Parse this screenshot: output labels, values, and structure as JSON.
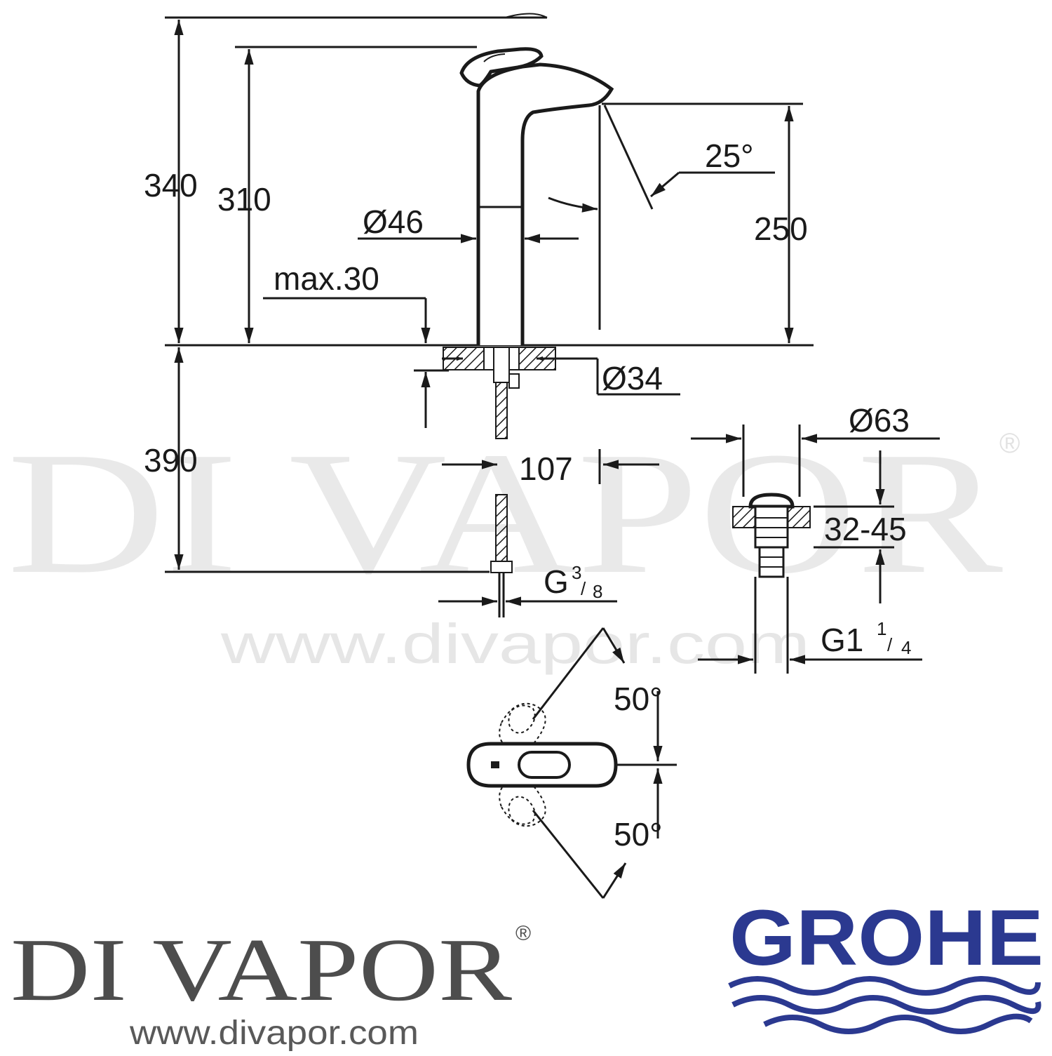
{
  "watermark": {
    "brand": "DI VAPOR",
    "registered": "®",
    "url": "www.divapor.com"
  },
  "dimensions": {
    "total_height": "340",
    "spout_top_height": "310",
    "spout_outlet_height": "250",
    "spout_angle": "25°",
    "body_diameter": "Ø46",
    "max_deck_thickness": "max.30",
    "shank_diameter": "Ø34",
    "hose_length": "390",
    "hose_spacing": "107",
    "connection_main": "G",
    "connection_num": "3",
    "connection_den": "8",
    "waste_diameter": "Ø63",
    "waste_range": "32-45",
    "waste_thread_main": "G1",
    "waste_thread_num": "1",
    "waste_thread_den": "4",
    "lever_angle_up": "50°",
    "lever_angle_down": "50°"
  },
  "footer": {
    "left_brand": "DI VAPOR",
    "left_registered": "®",
    "left_url": "www.divapor.com",
    "right_brand": "GROHE",
    "grohe_color": "#2b3990"
  }
}
